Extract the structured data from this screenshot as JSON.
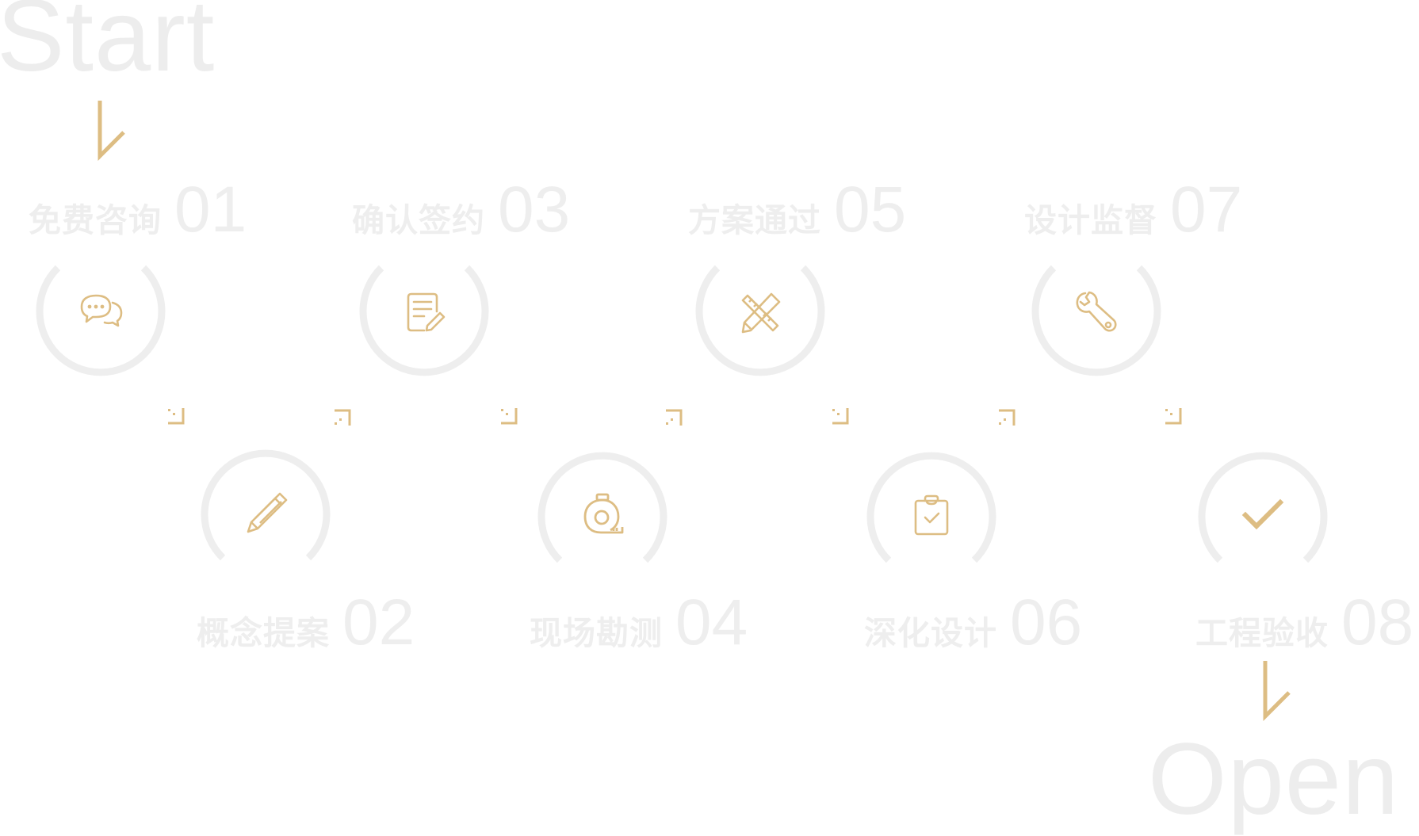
{
  "start_label": "Start",
  "end_label": "Open",
  "colors": {
    "accent": "#ddbd83",
    "muted": "#eeeeee"
  },
  "steps": [
    {
      "name": "免费咨询",
      "num": "01",
      "icon": "chat-bubbles-icon"
    },
    {
      "name": "概念提案",
      "num": "02",
      "icon": "pencil-icon"
    },
    {
      "name": "确认签约",
      "num": "03",
      "icon": "contract-edit-icon"
    },
    {
      "name": "现场勘测",
      "num": "04",
      "icon": "tape-measure-icon"
    },
    {
      "name": "方案通过",
      "num": "05",
      "icon": "ruler-pencil-icon"
    },
    {
      "name": "深化设计",
      "num": "06",
      "icon": "clipboard-check-icon"
    },
    {
      "name": "设计监督",
      "num": "07",
      "icon": "wrench-icon"
    },
    {
      "name": "工程验收",
      "num": "08",
      "icon": "checkmark-icon"
    }
  ]
}
